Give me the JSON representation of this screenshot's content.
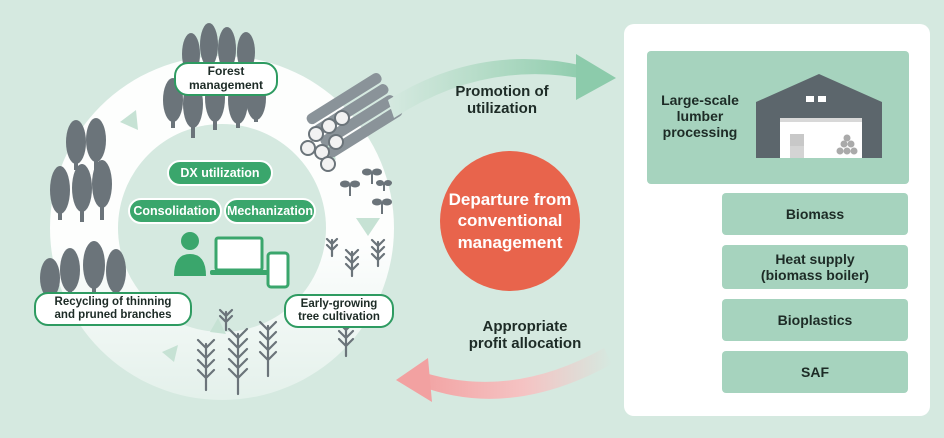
{
  "cycle": {
    "forest_management": "Forest\nmanagement",
    "recycling": "Recycling of thinning\nand pruned branches",
    "early_growing": "Early-growing\ntree cultivation"
  },
  "tech": {
    "dx_utilization": "DX utilization",
    "consolidation": "Consolidation",
    "mechanization": "Mechanization"
  },
  "arrows": {
    "promotion": "Promotion of\nutilization",
    "allocation": "Appropriate\nprofit allocation"
  },
  "center": "Departure from\nconventional\nmanagement",
  "processing": {
    "title": "Large-scale\nlumber\nprocessing",
    "outputs": [
      "Biomass",
      "Heat supply\n(biomass boiler)",
      "Bioplastics",
      "SAF"
    ]
  },
  "colors": {
    "background": "#d5e9e0",
    "green_accent": "#3aa66c",
    "pill_border": "#2e9b61",
    "box_fill": "#a6d3be",
    "center_red": "#e8644c",
    "pink_arrow": "#f4a5a5",
    "tree_dark": "#6b747a"
  }
}
